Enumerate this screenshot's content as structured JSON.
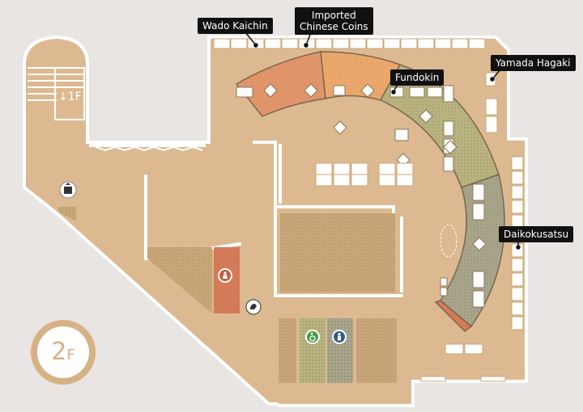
{
  "floor": {
    "number": "2",
    "suffix": "F"
  },
  "stairs": {
    "label": "↓1F"
  },
  "callouts": [
    {
      "id": "wado",
      "text": "Wado Kaichin"
    },
    {
      "id": "imported",
      "text": "Imported\nChinese Coins"
    },
    {
      "id": "fundokin",
      "text": "Fundokin"
    },
    {
      "id": "yamada",
      "text": "Yamada Hagaki"
    },
    {
      "id": "daikoku",
      "text": "Daikokusatsu"
    }
  ],
  "colors": {
    "floor": "#dcb991",
    "background": "#e8e5e2",
    "zone_wado": "#e3956a",
    "zone_imported": "#eba86b",
    "zone_fundokin": "#b9b47f",
    "zone_daikoku": "#a8a58a",
    "zone_red": "#d77a58",
    "restroom_area": "#c9a677",
    "callout_bg": "#111111"
  },
  "icons": {
    "restroom_female": "female-restroom-icon",
    "restroom_accessible": "wheelchair-restroom-icon",
    "restroom_male": "male-restroom-icon",
    "nursing": "baby-care-icon",
    "elevator": "elevator-icon"
  }
}
